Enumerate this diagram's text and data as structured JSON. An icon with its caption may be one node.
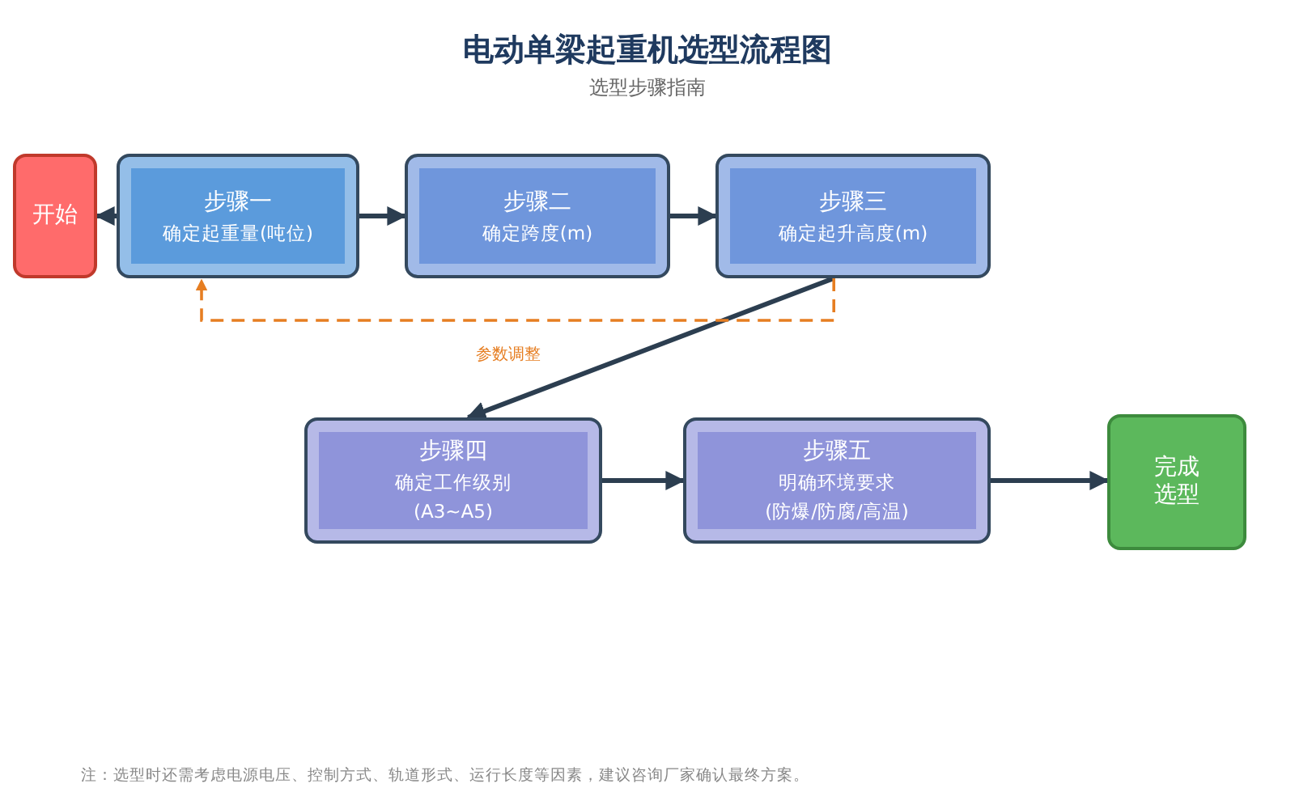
{
  "diagram": {
    "title": "电动单梁起重机选型流程图",
    "nodes": [
      {
        "text": [
          "开始"
        ]
      },
      {
        "text": [
          "步骤一",
          "确定起重量(吨位)"
        ]
      },
      {
        "text": [
          "步骤二",
          "确定跨度(m)"
        ]
      },
      {
        "text": [
          "步骤三",
          "确定起升高度(m)"
        ]
      },
      {
        "text": [
          "步骤四",
          "确定工作级别",
          "(A3~A5)"
        ]
      },
      {
        "text": [
          "步骤五",
          "明确环境要求",
          "(防爆/防腐/高温)"
        ]
      },
      {
        "text": [
          "完成选型"
        ]
      }
    ],
    "edges": [
      {
        "from": 1,
        "to": 0,
        "arrow": "to"
      },
      {
        "from": 1,
        "to": 2,
        "arrow": "to"
      },
      {
        "from": 2,
        "to": 3,
        "arrow": "to"
      },
      {
        "from": 3,
        "to": 4,
        "arrow": "to"
      },
      {
        "from": 4,
        "to": 5,
        "arrow": "to"
      },
      {
        "from": 5,
        "to": 6,
        "arrow": "to"
      },
      {
        "from": 3,
        "to": 1,
        "arrow": "to",
        "label": "参数调整",
        "style": "dashed",
        "color": "#e67e22"
      }
    ],
    "labels": [
      "选型步骤指南",
      "注：选型时还需考虑电源电压、控制方式、轨道形式、运行长度等因素，建议咨询厂家确认最终方案。"
    ]
  }
}
